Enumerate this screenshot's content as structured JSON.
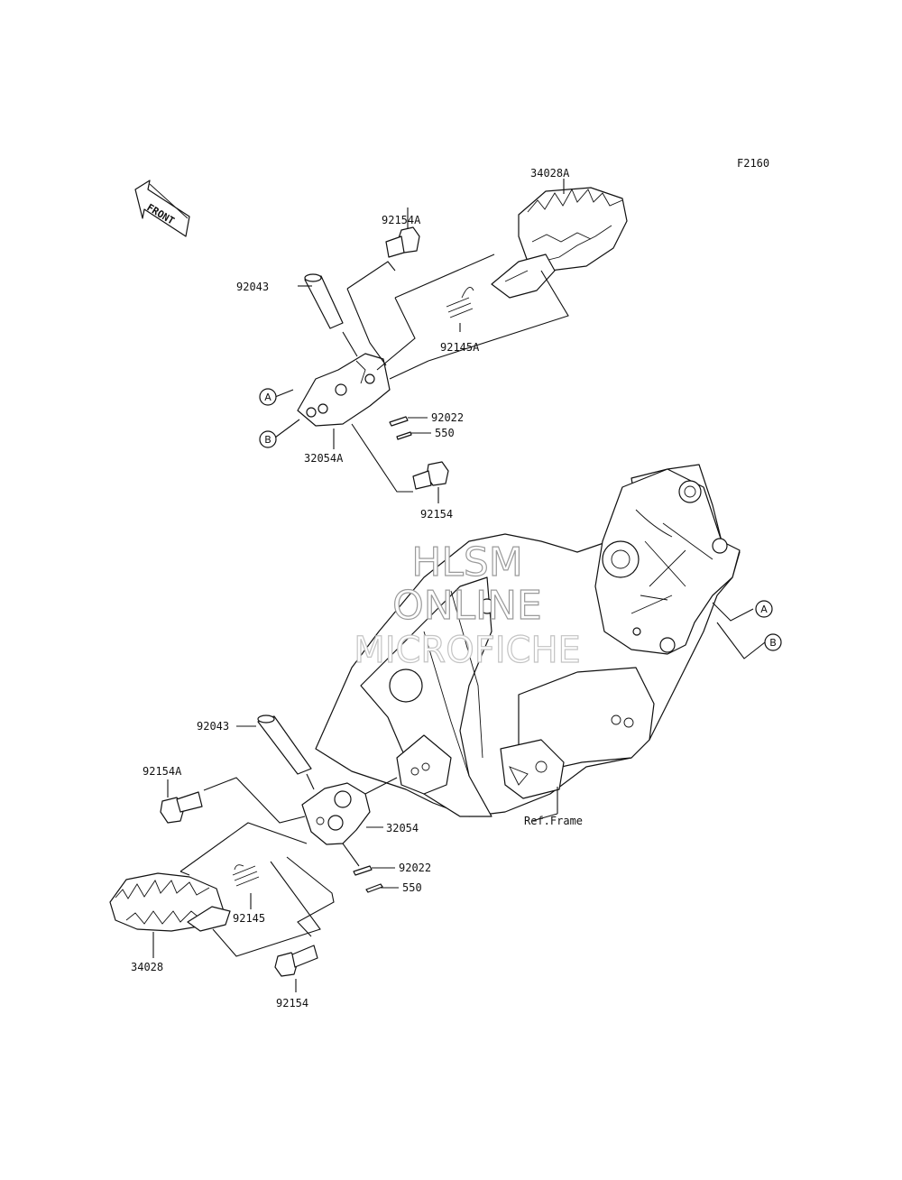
{
  "figure_code": "F2160",
  "front_arrow": {
    "label": "FRONT"
  },
  "upper_labels": {
    "footpeg": "34028A",
    "bolt_top": "92154A",
    "pin": "92043",
    "spring": "92145A",
    "ref_a": "A",
    "ref_b": "B",
    "bracket": "32054A",
    "spring_small": "92022",
    "cotter": "550",
    "bolt_bottom": "92154"
  },
  "lower_labels": {
    "pin": "92043",
    "bolt_top": "92154A",
    "bracket": "32054",
    "spring_small": "92022",
    "cotter": "550",
    "spring": "92145",
    "footpeg": "34028",
    "bolt_bottom": "92154",
    "frame": "Ref.Frame"
  },
  "frame_refs": {
    "a": "A",
    "b": "B"
  },
  "watermark": {
    "line1": "HLSM",
    "line2": "ONLINE",
    "line3": "MICROFICHE"
  },
  "colors": {
    "line": "#111111",
    "background": "#ffffff",
    "watermark_outline": "#9a9a9a"
  }
}
